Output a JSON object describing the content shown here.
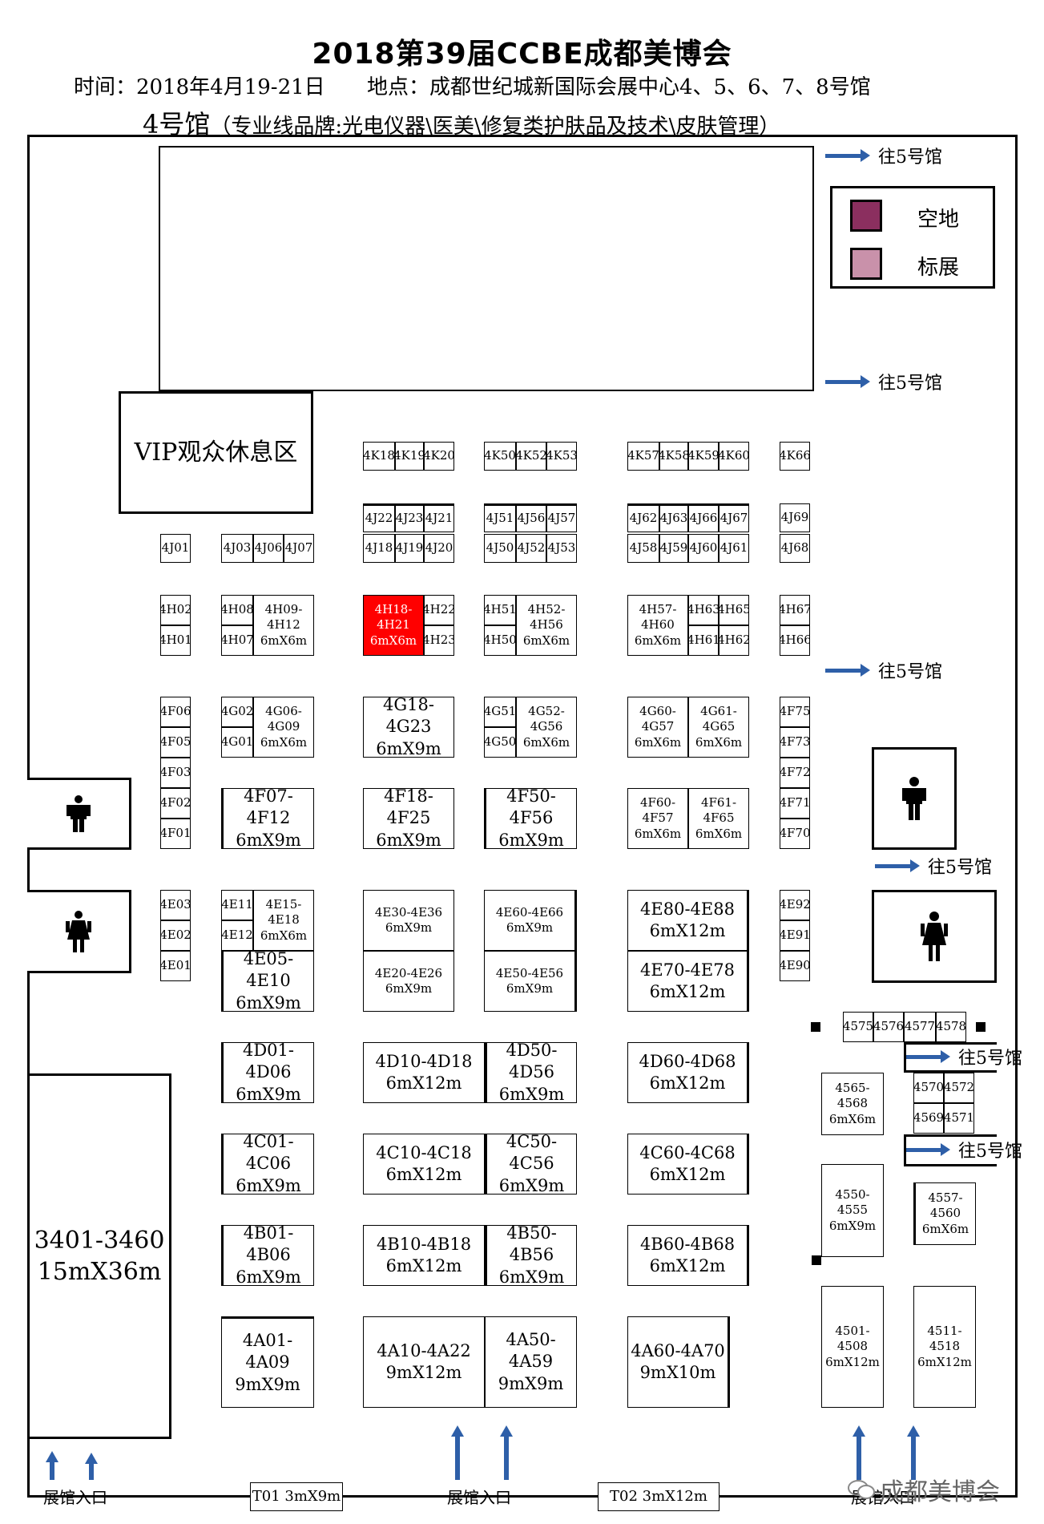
{
  "header": {
    "title": "2018第39届CCBE成都美博会",
    "time": "时间：2018年4月19-21日",
    "place": "地点：成都世纪城新国际会展中心4、5、6、7、8号馆",
    "hall": "4号馆",
    "hall_subtitle": "（专业线品牌:光电仪器\\医美\\修复类护肤品及技术\\皮肤管理）"
  },
  "legend": {
    "items": [
      {
        "label": "空地",
        "color": "#8b2f5f"
      },
      {
        "label": "标展",
        "color": "#c991aa"
      }
    ]
  },
  "colors": {
    "highlight": "#ff0000",
    "arrow": "#2e5fa8"
  },
  "arrows": {
    "to_hall5": "往5号馆"
  },
  "entrance": "展馆入口",
  "watermark": "成都美博会",
  "watermark_icon": "wechat-icon",
  "areas": {
    "vip": "VIP观众休息区",
    "big_block_label": "3401-3460",
    "big_block_size": "15mX36m",
    "t01": "T01  3mX9m",
    "t02": "T02  3mX12m"
  },
  "booths": {
    "r1": [
      "4K18",
      "4K19",
      "4K20",
      "4K50",
      "4K52",
      "4K53",
      "4K57",
      "4K58",
      "4K59",
      "4K60",
      "4K66"
    ],
    "r2": [
      "4J22",
      "4J23",
      "4J21",
      "4J51",
      "4J56",
      "4J57",
      "4J62",
      "4J63",
      "4J66",
      "4J67",
      "4J69"
    ],
    "r3": [
      "4J01",
      "4J03",
      "4J06",
      "4J07",
      "4J18",
      "4J19",
      "4J20",
      "4J50",
      "4J52",
      "4J53",
      "4J58",
      "4J59",
      "4J60",
      "4J61",
      "4J68"
    ],
    "h": [
      "4H02",
      "4H01",
      "4H08",
      "4H07",
      "4H09-\n4H12\n6mX6m",
      "4H18-\n4H21\n6mX6m",
      "4H22",
      "4H23",
      "4H51",
      "4H50",
      "4H52-\n4H56\n6mX6m",
      "4H57-\n4H60\n6mX6m",
      "4H63",
      "4H65",
      "4H61",
      "4H62",
      "4H67",
      "4H66"
    ],
    "g": [
      "4G02",
      "4G01",
      "4G06-\n4G09\n6mX6m",
      "4G18-4G23\n6mX9m",
      "4G51",
      "4G50",
      "4G52-\n4G56\n6mX6m",
      "4G60-\n4G57\n6mX6m",
      "4G61-\n4G65\n6mX6m"
    ],
    "f_left": [
      "4F06",
      "4F05",
      "4F03",
      "4F02",
      "4F01"
    ],
    "f_right": [
      "4F75",
      "4F73",
      "4F72",
      "4F71",
      "4F70"
    ],
    "f": [
      "4F07-4F12\n6mX9m",
      "4F18-4F25\n6mX9m",
      "4F50-4F56\n6mX9m",
      "4F60-\n4F57\n6mX6m",
      "4F61-\n4F65\n6mX6m"
    ],
    "e_left": [
      "4E03",
      "4E02",
      "4E01"
    ],
    "e_right": [
      "4E92",
      "4E91",
      "4E90"
    ],
    "e": [
      "4E11",
      "4E12",
      "4E15-\n4E18\n6mX6m",
      "4E05-4E10\n6mX9m",
      "4E30-4E36\n6mX9m",
      "4E20-4E26\n6mX9m",
      "4E60-4E66\n6mX9m",
      "4E50-4E56\n6mX9m",
      "4E80-4E88\n6mX12m",
      "4E70-4E78\n6mX12m"
    ],
    "d": [
      "4D01-4D06\n6mX9m",
      "4D10-4D18\n6mX12m",
      "4D50-4D56\n6mX9m",
      "4D60-4D68\n6mX12m"
    ],
    "c": [
      "4C01-4C06\n6mX9m",
      "4C10-4C18\n6mX12m",
      "4C50-4C56\n6mX9m",
      "4C60-4C68\n6mX12m"
    ],
    "b": [
      "4B01-4B06\n6mX9m",
      "4B10-4B18\n6mX12m",
      "4B50-4B56\n6mX9m",
      "4B60-4B68\n6mX12m"
    ],
    "a": [
      "4A01-4A09\n9mX9m",
      "4A10-4A22\n9mX12m",
      "4A50-4A59\n9mX9m",
      "4A60-4A70\n9mX10m"
    ],
    "hall5": [
      "4575",
      "4576",
      "4577",
      "4578",
      "4565-\n4568\n6mX6m",
      "4570",
      "4572",
      "4569",
      "4571",
      "4550-\n4555\n6mX9m",
      "4557-\n4560\n6mX6m",
      "4501-\n4508\n6mX12m",
      "4511-\n4518\n6mX12m"
    ]
  }
}
